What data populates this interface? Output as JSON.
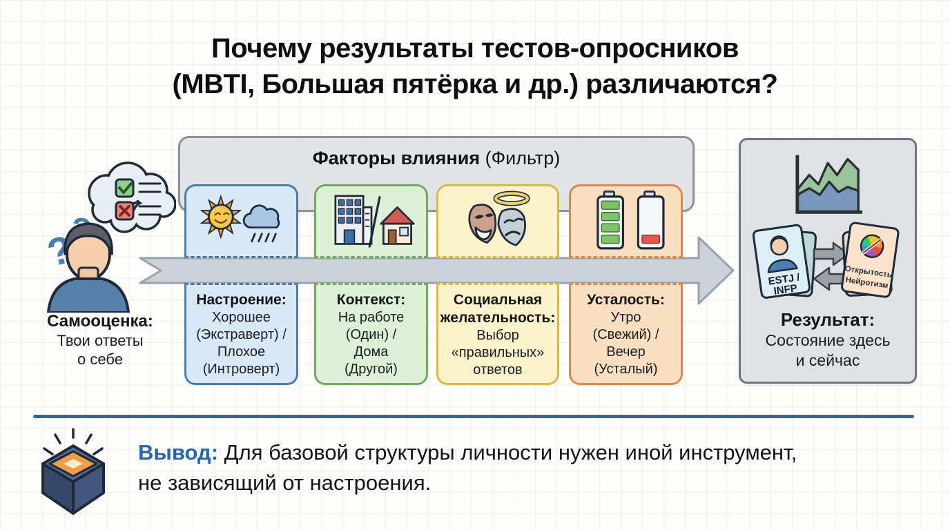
{
  "title": {
    "line1": "Почему результаты тестов-опросников",
    "line2": "(MBTI, Большая пятёрка и др.) различаются?"
  },
  "filter": {
    "heading_bold": "Факторы влияния",
    "heading_note": "(Фильтр)"
  },
  "factors": [
    {
      "name": "Настроение",
      "title": "Настроение:",
      "lines": [
        "Хорошее",
        "(Экстраверт) /",
        "Плохое",
        "(Интроверт)"
      ],
      "fill": "#d9e8f7",
      "border": "#4a7dab",
      "icon": "sun-and-rain-cloud"
    },
    {
      "name": "Контекст",
      "title": "Контекст:",
      "lines": [
        "На работе",
        "(Один) /",
        "Дома",
        "(Другой)"
      ],
      "fill": "#def0d8",
      "border": "#74a763",
      "icon": "office-and-house"
    },
    {
      "name": "Социальная желательность",
      "title": "Социальная желательность:",
      "lines": [
        "Выбор",
        "«правильных»",
        "ответов"
      ],
      "fill": "#fcf2cb",
      "border": "#d8b94e",
      "icon": "theater-masks-with-halo"
    },
    {
      "name": "Усталость",
      "title": "Усталость:",
      "lines": [
        "Утро",
        "(Свежий) /",
        "Вечер",
        "(Усталый)"
      ],
      "fill": "#fbdfc2",
      "border": "#d98a52",
      "icon": "full-and-empty-battery"
    }
  ],
  "source": {
    "title": "Самооценка:",
    "line1": "Твои ответы",
    "line2": "о себе"
  },
  "result": {
    "title": "Результат:",
    "line1": "Состояние здесь",
    "line2": "и сейчас",
    "mbti_card_line1": "ESTJ /",
    "mbti_card_line2": "INFP",
    "bigfive_card_line1": "Открытость",
    "bigfive_card_line2": "Нейротизм"
  },
  "conclusion": {
    "label": "Вывод:",
    "line1": "Для базовой структуры личности нужен иной инструмент,",
    "line2": "не зависящий от настроения."
  },
  "colors": {
    "divider": "#2d6b99",
    "conclusion_label": "#2766a8",
    "arrow_fill": "#cdd2d7",
    "arrow_stroke": "#9aa1a8"
  }
}
